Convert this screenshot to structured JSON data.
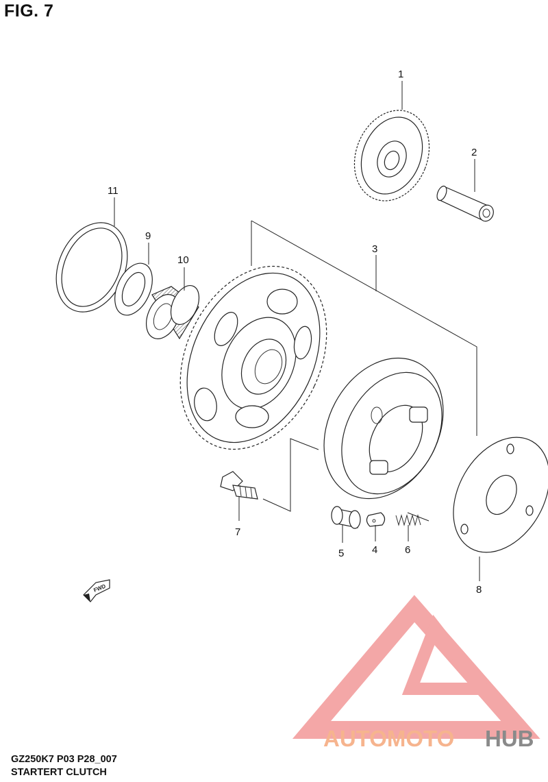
{
  "figure": {
    "title": "FIG. 7"
  },
  "callouts": [
    {
      "id": "1",
      "label": "1"
    },
    {
      "id": "2",
      "label": "2"
    },
    {
      "id": "3",
      "label": "3"
    },
    {
      "id": "4",
      "label": "4"
    },
    {
      "id": "5",
      "label": "5"
    },
    {
      "id": "6",
      "label": "6"
    },
    {
      "id": "7",
      "label": "7"
    },
    {
      "id": "8",
      "label": "8"
    },
    {
      "id": "9",
      "label": "9"
    },
    {
      "id": "10",
      "label": "10"
    },
    {
      "id": "11",
      "label": "11"
    }
  ],
  "direction_marker": {
    "label": "FWD",
    "icon": "fwd-arrow-icon"
  },
  "watermark": {
    "brand_a": "AUTOMOTO",
    "brand_b": "HUB",
    "color_a": "#f6b48e",
    "color_b": "#8a8a8a",
    "logo_color": "#f08a8a"
  },
  "footer": {
    "model_code": "GZ250K7 P03 P28_007",
    "section_name": "STARTERT CLUTCH"
  }
}
